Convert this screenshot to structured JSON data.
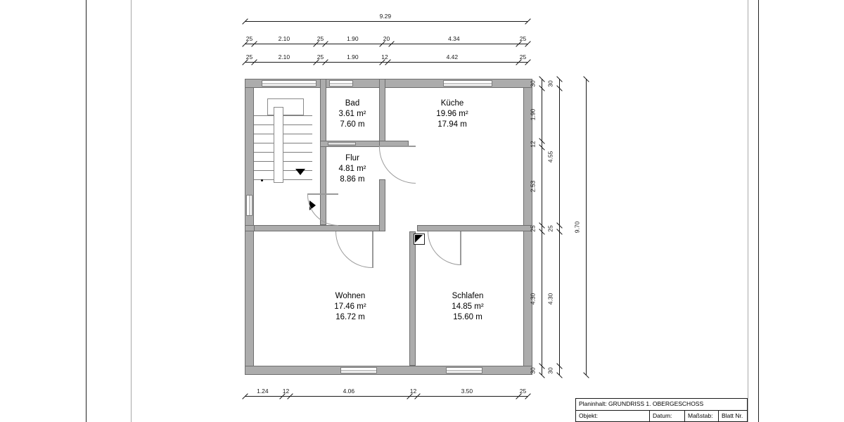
{
  "sheet": {
    "background": "#ffffff",
    "wall_color": "#acacac",
    "line_color": "#1a1a1a"
  },
  "plan": {
    "title": "GRUNDRISS 1. OBERGESCHOSS",
    "rooms": [
      {
        "name": "Bad",
        "area": "3.61 m²",
        "perimeter": "7.60 m"
      },
      {
        "name": "Küche",
        "area": "19.96 m²",
        "perimeter": "17.94 m"
      },
      {
        "name": "Flur",
        "area": "4.81 m²",
        "perimeter": "8.86 m"
      },
      {
        "name": "Wohnen",
        "area": "17.46 m²",
        "perimeter": "16.72 m"
      },
      {
        "name": "Schlafen",
        "area": "14.85 m²",
        "perimeter": "15.60 m"
      }
    ]
  },
  "dimensions": {
    "top_overall": {
      "label": "9.29",
      "values": [
        "9.29"
      ]
    },
    "top_chain_1": {
      "values": [
        "25",
        "2.10",
        "25",
        "1.90",
        "20",
        "4.34",
        "25"
      ]
    },
    "top_chain_2": {
      "values": [
        "25",
        "2.10",
        "25",
        "1.90",
        "12",
        "4.42",
        "25"
      ]
    },
    "bottom_chain": {
      "values": [
        "1.24",
        "12",
        "4.06",
        "12",
        "3.50",
        "25"
      ]
    },
    "right_chain_inner": {
      "values": [
        "30",
        "1.90",
        "12",
        "2.53",
        "25",
        "4.30",
        "30"
      ]
    },
    "right_chain_middle": {
      "values": [
        "30",
        "4.55",
        "25",
        "4.30",
        "30"
      ]
    },
    "right_overall": {
      "label": "9.70",
      "values": [
        "9.70"
      ]
    }
  },
  "title_block": {
    "content_row": {
      "label": "Planinhalt:",
      "value": "GRUNDRISS 1. OBERGESCHOSS",
      "full": "Planinhalt: GRUNDRISS 1. OBERGESCHOSS"
    },
    "fields": [
      {
        "label": "Objekt:"
      },
      {
        "label": "Datum:"
      },
      {
        "label": "Maßstab:"
      },
      {
        "label": "Blatt Nr."
      }
    ]
  },
  "symbols": {
    "stair_down_arrow": "down-arrow-icon",
    "stair_up_arrow": "right-arrow-icon",
    "chimney": "chimney-icon"
  }
}
